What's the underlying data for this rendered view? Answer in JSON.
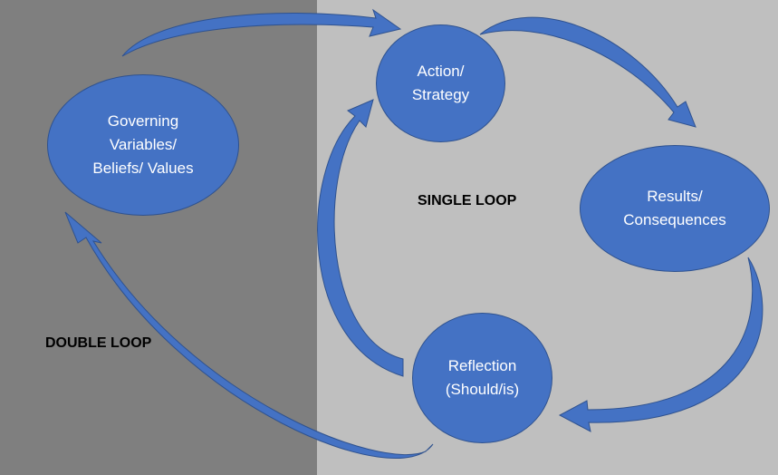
{
  "colors": {
    "left_panel": "#7f7f7f",
    "right_panel": "#bfbfbf",
    "node_fill": "#4472c4",
    "node_stroke": "#2f528f",
    "arrow_fill": "#4472c4",
    "text_on_node": "#ffffff"
  },
  "nodes": {
    "governing": {
      "line1": "Governing",
      "line2": "Variables/",
      "line3": "Beliefs/ Values"
    },
    "action": {
      "line1": "Action/",
      "line2": "Strategy"
    },
    "results": {
      "line1": "Results/",
      "line2": "Consequences"
    },
    "reflection": {
      "line1": "Reflection",
      "line2": "(Should/is)"
    }
  },
  "labels": {
    "single_loop": "SINGLE LOOP",
    "double_loop": "DOUBLE LOOP"
  }
}
